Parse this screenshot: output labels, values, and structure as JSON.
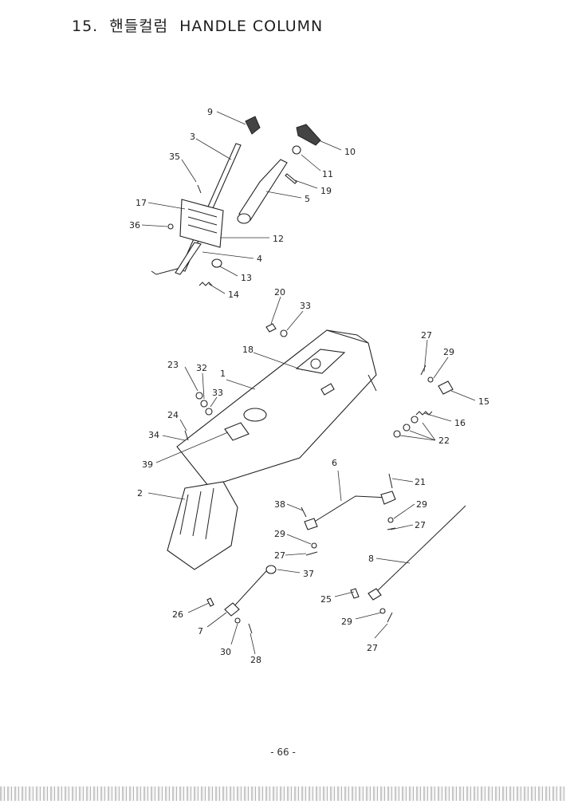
{
  "header": {
    "number": "15.",
    "korean": "핸들컬럼",
    "english": "HANDLE COLUMN"
  },
  "callouts": {
    "c9": "9",
    "c3": "3",
    "c10": "10",
    "c35": "35",
    "c11": "11",
    "c19": "19",
    "c5": "5",
    "c17": "17",
    "c36": "36",
    "c12": "12",
    "c4": "4",
    "c13": "13",
    "c14": "14",
    "c20": "20",
    "c33a": "33",
    "c27a": "27",
    "c18": "18",
    "c29a": "29",
    "c23": "23",
    "c32": "32",
    "c1": "1",
    "c33b": "33",
    "c15": "15",
    "c16": "16",
    "c24": "24",
    "c22": "22",
    "c34": "34",
    "c39": "39",
    "c6": "6",
    "c21": "21",
    "c2": "2",
    "c38": "38",
    "c29b": "29",
    "c27b": "27",
    "c29c": "29",
    "c27c": "27",
    "c8": "8",
    "c37": "37",
    "c25": "25",
    "c26": "26",
    "c29d": "29",
    "c7": "7",
    "c30": "30",
    "c28": "28",
    "c27d": "27"
  },
  "footer": {
    "page_number": "- 66 -"
  }
}
